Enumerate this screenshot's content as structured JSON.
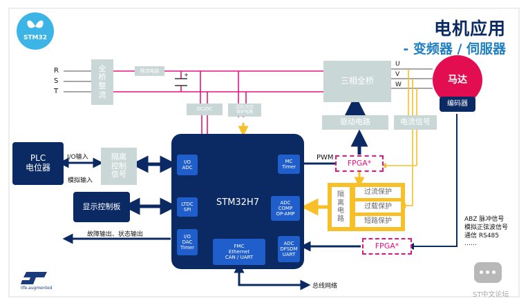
{
  "header": {
    "title": "电机应用",
    "subtitle": "- 变频器 / 伺服器",
    "logo_text": "STM32",
    "st_logo_text": "life.augmented"
  },
  "phases": {
    "r": "R",
    "s": "S",
    "t": "T"
  },
  "blocks": {
    "rectifier": "全\n桥\n整\n流",
    "limiter": "限流电路",
    "dcdc": "DC/DC",
    "protect": "过压/欠压\n保护电路",
    "bridge": "三相全桥",
    "driver": "驱动电路",
    "current_signal": "电流信号",
    "motor": "马达",
    "encoder": "编码器",
    "plc": "PLC\n电位器",
    "isolation1": "隔离\n控制\n信号",
    "display": "显示控制板",
    "mcu": "STM32H7",
    "io_adc": "I/O\nADC",
    "ltdc": "LTDC\nSPI",
    "io_dac": "I/O\nDAC\nTimer",
    "fmc": "FMC\nEthernet\nCAN / UART",
    "mc_timer": "MC\nTimer",
    "adc_comp": "ADC\nCOMP\nOP-AMP",
    "adc_dfsdm": "ADC\nDFSDM\nUART",
    "fpga1": "FPGA*",
    "fpga2": "FPGA*",
    "isolation2": "隔\n离\n电\n路",
    "over_current": "过流保护",
    "overload": "过载保护",
    "short_circuit": "短路保护"
  },
  "labels": {
    "io_input": "I/O输入",
    "analog_input": "模拟输入",
    "pwm": "PWM",
    "fault_output": "故障输出、状态输出",
    "bus": "总线网络",
    "abz": "ABZ 脉冲信号",
    "sine": "模拟正弦波信号",
    "rs485": "通信 RS485",
    "dots": "……",
    "u": "U",
    "v": "V",
    "w": "W",
    "watermark": "ST中文论坛"
  },
  "colors": {
    "navy": "#0b2a63",
    "blue": "#1f5ecb",
    "gray": "#c9d8d6",
    "magenta": "#e8117f",
    "yellow": "#f7bf28",
    "motor_red": "#e30d52"
  }
}
